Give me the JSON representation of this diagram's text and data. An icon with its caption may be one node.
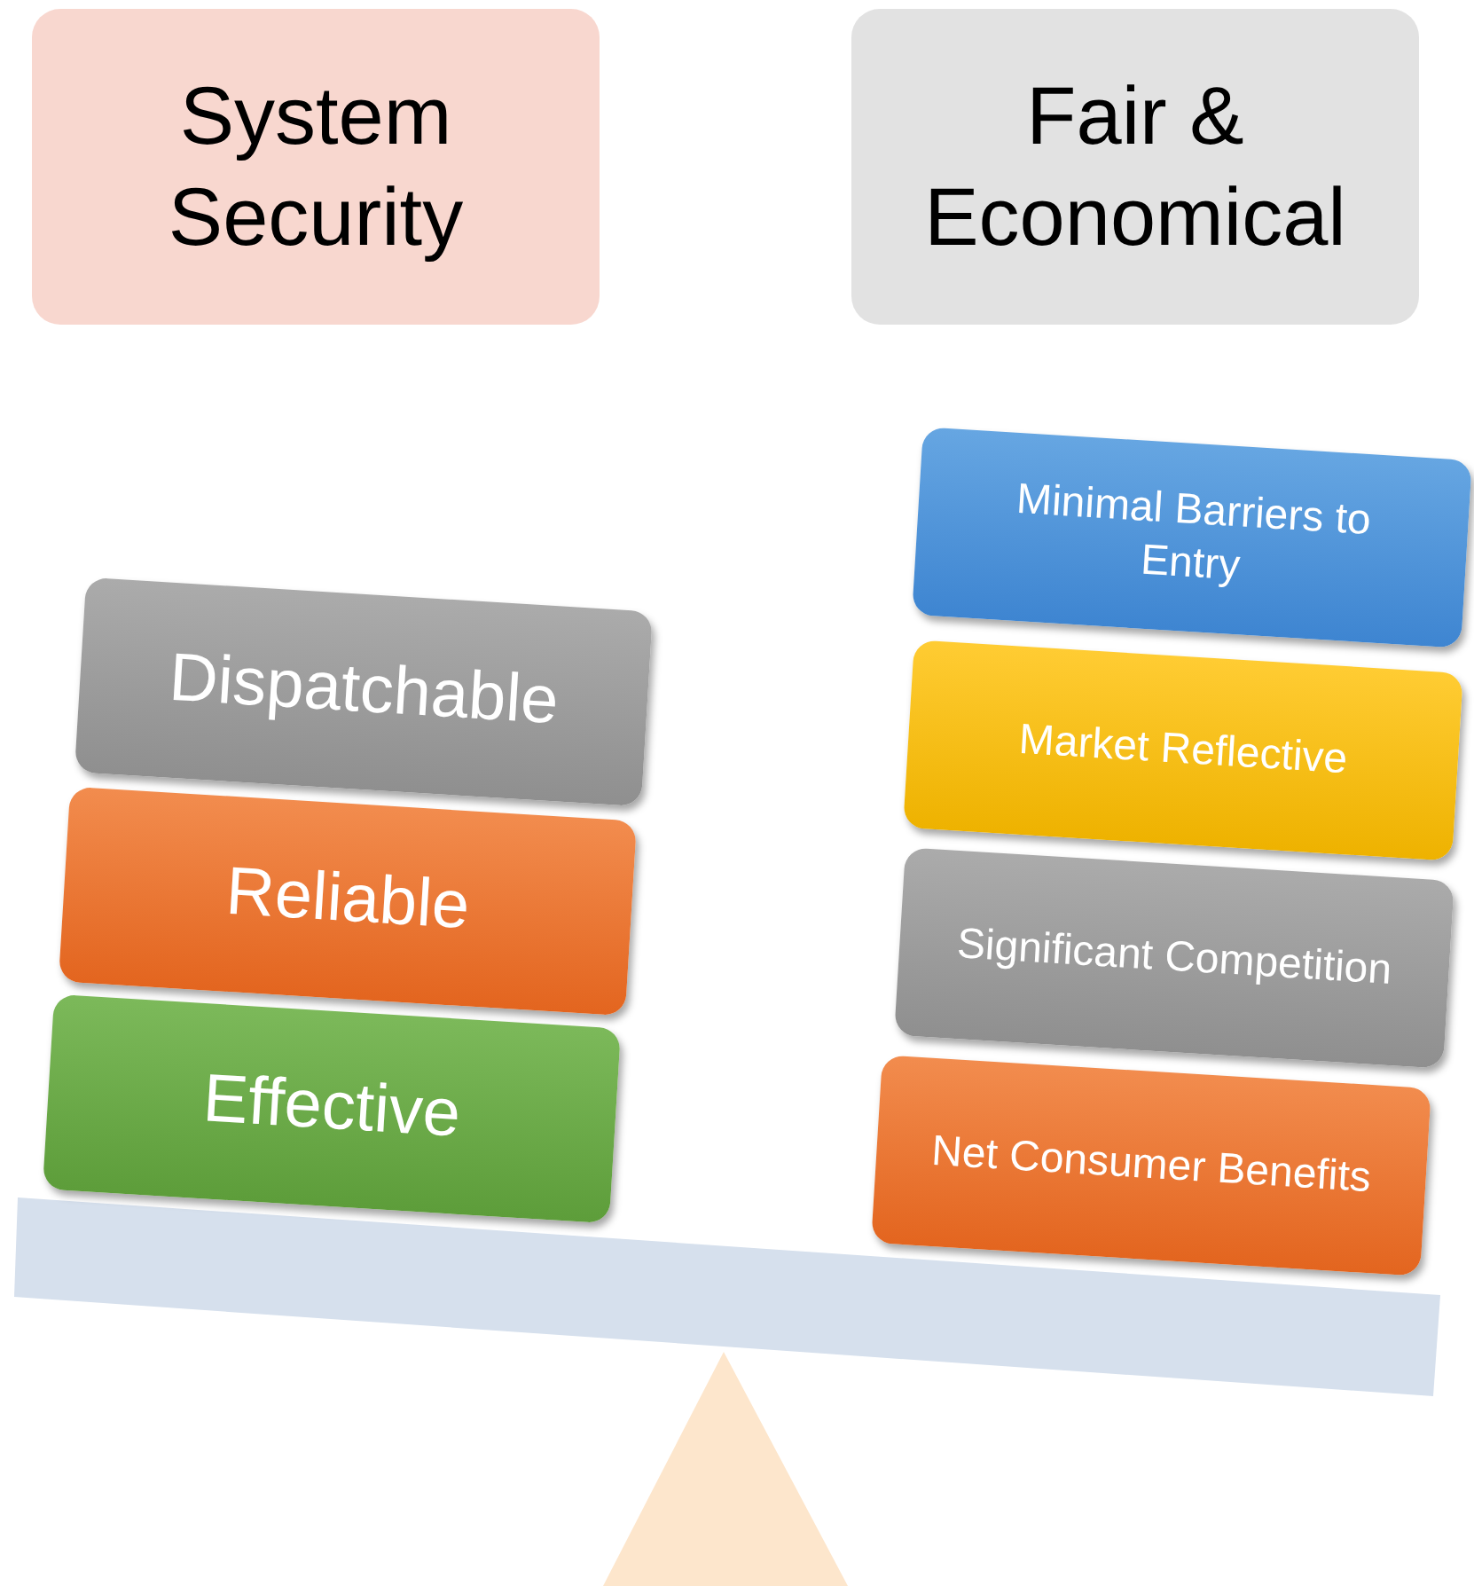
{
  "diagram": {
    "nodes": [
      {
        "text": [
          "System Security"
        ]
      },
      {
        "text": [
          "Fair & Economical"
        ]
      },
      {
        "text": [
          "Dispatchable"
        ]
      },
      {
        "text": [
          "Reliable"
        ]
      },
      {
        "text": [
          "Effective"
        ]
      },
      {
        "text": [
          "Minimal Barriers to Entry"
        ]
      },
      {
        "text": [
          "Market Reflective"
        ]
      },
      {
        "text": [
          "Significant Competition"
        ]
      },
      {
        "text": [
          "Net Consumer Benefits"
        ]
      }
    ]
  }
}
